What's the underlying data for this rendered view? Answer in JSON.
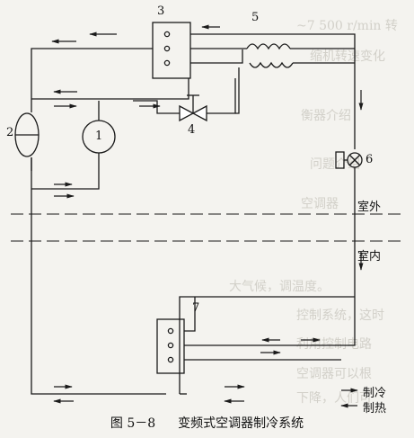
{
  "figure": {
    "caption_number": "图 5－8",
    "caption_title": "变频式空调器制冷系统",
    "labels": {
      "outdoor": "室外",
      "indoor": "室内",
      "cooling": "制冷",
      "heating": "制热"
    },
    "components": {
      "c1": "1",
      "c2": "2",
      "c3": "3",
      "c4": "4",
      "c5": "5",
      "c6": "6",
      "c7": "7"
    }
  },
  "colors": {
    "line": "#1a1a1a",
    "paper": "#f4f3ef",
    "bleed_text": "#d2d0c9"
  }
}
